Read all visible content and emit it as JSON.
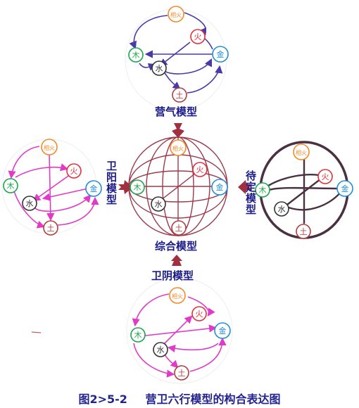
{
  "elements": {
    "wood": "木",
    "fire": "火",
    "earth": "土",
    "metal": "金",
    "water": "水",
    "xianghuo": "相火"
  },
  "models": {
    "ying_qi": "营气模型",
    "wei_yang": "卫阳模型",
    "dai_ding": "待定模型",
    "zong_he": "综合模型",
    "wei_yin": "卫阴模型"
  },
  "caption": {
    "number": "图2>5-2",
    "title": "营卫六行模型的构合表达图"
  },
  "colors": {
    "wood": "#1aa64a",
    "fire": "#e0303a",
    "earth": "#b23c3c",
    "metal": "#1f8fd6",
    "water": "#333333",
    "xianghuo": "#f08a2a",
    "ying_arrows": "#4a3aa8",
    "wei_arrows": "#e23ac8",
    "sphere": "#9b3a4e",
    "daiding": "#4a3040",
    "connector": "#a03040",
    "label": "#1b1b8a"
  }
}
